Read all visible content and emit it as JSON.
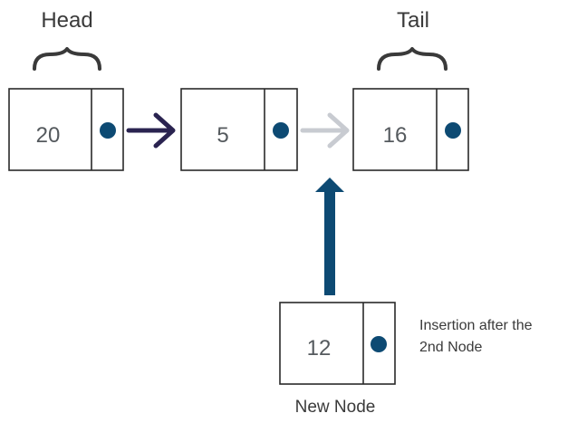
{
  "labels": {
    "head": "Head",
    "tail": "Tail",
    "new_node": "New Node",
    "note_line1": "Insertion after the",
    "note_line2": "2nd Node"
  },
  "nodes": [
    {
      "value": "20",
      "role": "head"
    },
    {
      "value": "5",
      "role": "middle"
    },
    {
      "value": "16",
      "role": "tail"
    }
  ],
  "new_node": {
    "value": "12"
  },
  "icons": {
    "head_brace": "curly-brace-icon",
    "tail_brace": "curly-brace-icon",
    "pointer_dot": "pointer-dot-icon",
    "link_arrow": "arrow-right-icon",
    "insert_arrow": "arrow-up-icon"
  },
  "colors": {
    "pointer_dot": "#0d4a73",
    "link_arrow_active": "#2a2350",
    "link_arrow_faded": "#c8cbd1",
    "insert_arrow": "#0d4a73",
    "brace": "#3a3a3a"
  }
}
